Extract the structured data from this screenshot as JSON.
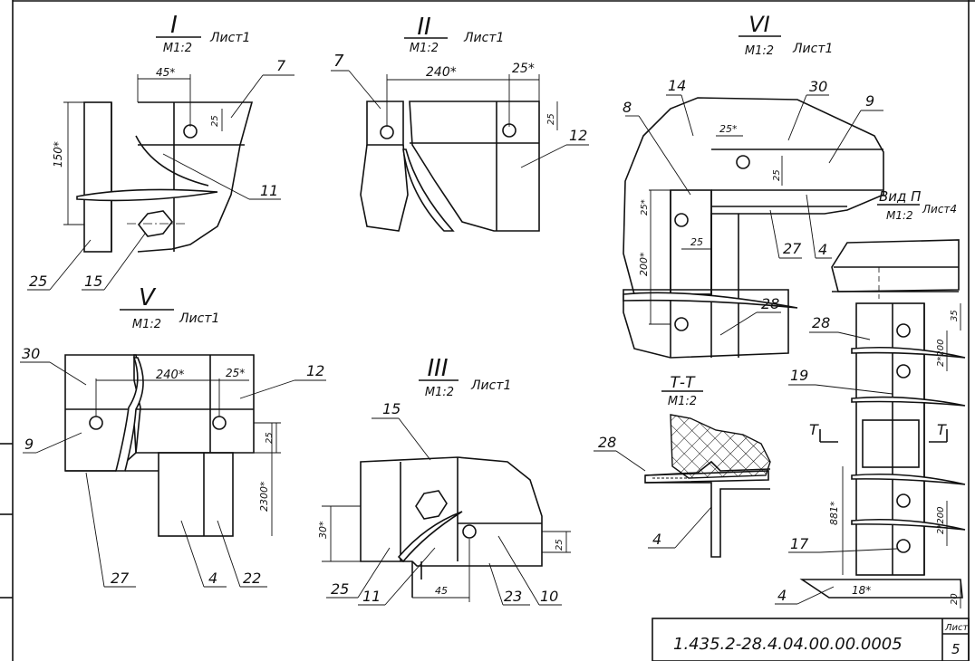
{
  "views": {
    "I": {
      "numeral": "I",
      "scale": "М1:2",
      "sheet": "Лист1"
    },
    "II": {
      "numeral": "II",
      "scale": "М1:2",
      "sheet": "Лист1"
    },
    "VI": {
      "numeral": "VI",
      "scale": "М1:2",
      "sheet": "Лист1"
    },
    "V": {
      "numeral": "V",
      "scale": "М1:2",
      "sheet": "Лист1"
    },
    "III": {
      "numeral": "III",
      "scale": "М1:2",
      "sheet": "Лист1"
    },
    "TT": {
      "title": "Т-Т",
      "scale": "М1:2"
    },
    "vidP": {
      "title": "Вид П",
      "scale": "М1:2",
      "sheet": "Лист4"
    }
  },
  "dims": {
    "I": {
      "d45": "45*",
      "d25": "25",
      "d150": "150*"
    },
    "II": {
      "d240": "240*",
      "d25a": "25*",
      "d25b": "25"
    },
    "VI": {
      "d25a": "25*",
      "d25b": "25",
      "d25c": "25*",
      "d25d": "25",
      "d200": "200*"
    },
    "V": {
      "d240": "240*",
      "d25a": "25*",
      "d25b": "25",
      "d2300": "2300*"
    },
    "III": {
      "d30": "30*",
      "d45": "45",
      "d25": "25"
    },
    "P": {
      "d35": "35",
      "d400": "2*200",
      "d881": "881*",
      "d200": "2*200",
      "d18": "18*",
      "d20": "20"
    }
  },
  "labels": {
    "I": {
      "p7": "7",
      "p11": "11",
      "p25": "25",
      "p15": "15"
    },
    "II": {
      "p7": "7",
      "p12": "12"
    },
    "VI": {
      "p14": "14",
      "p30": "30",
      "p9": "9",
      "p8": "8",
      "p27": "27",
      "p4": "4",
      "p28": "28"
    },
    "V": {
      "p30": "30",
      "p12": "12",
      "p9": "9",
      "p27": "27",
      "p4": "4",
      "p22": "22"
    },
    "III": {
      "p15": "15",
      "p25": "25",
      "p11": "11",
      "p23": "23",
      "p10": "10"
    },
    "TT": {
      "p28": "28",
      "p4": "4"
    },
    "P": {
      "p28": "28",
      "p19": "19",
      "p17": "17",
      "p4": "4",
      "cutL": "Т",
      "cutR": "Т"
    }
  },
  "title_block": {
    "doc_code": "1.435.2-28.4.04.00.00.0005",
    "sheet_label": "Лист",
    "sheet_no": "5"
  }
}
